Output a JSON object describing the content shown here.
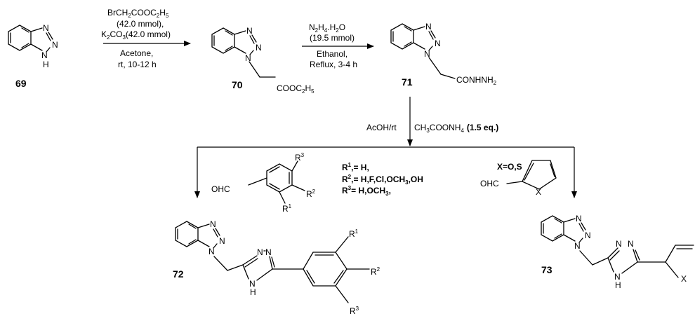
{
  "compounds": {
    "c69": "69",
    "c70": "70",
    "c71": "71",
    "c72": "72",
    "c73": "73"
  },
  "step1": {
    "reagent": "BrCH2COOC2H5",
    "amount": "(42.0 mmol),",
    "base": "K2CO3(42.0 mmol)",
    "solvent": "Acetone,",
    "conditions": "rt, 10-12 h"
  },
  "step2": {
    "reagent": "N2H4.H2O",
    "amount": "(19.5 mmol)",
    "solvent": "Ethanol,",
    "conditions": "Reflux, 3-4 h"
  },
  "step3": {
    "acid": "AcOH/rt",
    "reagent": "CH3COONH4",
    "equiv": "(1.5 eq.)"
  },
  "substituents": {
    "r1": "R1,= H,",
    "r2": "R2,= H,F,Cl,OCH3,OH",
    "r3": "R3= H,OCH3,",
    "x": "X=O,S"
  },
  "groups": {
    "ester": "COOC2H5",
    "hydrazide": "CONHNH2",
    "aldehyde": "OHC",
    "nh": "NH",
    "h": "H",
    "n": "N",
    "x_atom": "X",
    "r1": "R1",
    "r2": "R2",
    "r3": "R3"
  }
}
